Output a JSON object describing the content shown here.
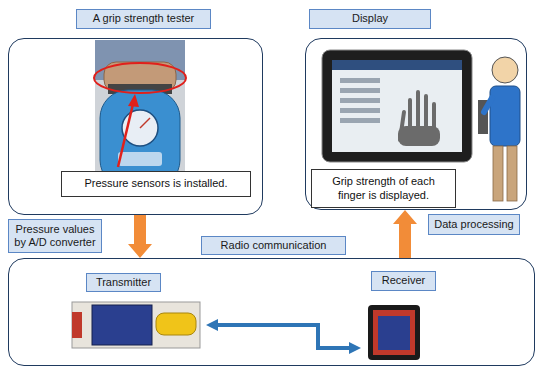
{
  "diagram": {
    "nodes": [
      {
        "text": [
          "A grip strength tester"
        ]
      },
      {
        "text": [
          "Pressure sensors is installed."
        ],
        "in": 0
      },
      {
        "text": [
          "Display"
        ]
      },
      {
        "text": [
          "Grip strength of each finger is displayed."
        ],
        "in": 2
      },
      {
        "text": [
          "Radio communication"
        ]
      },
      {
        "text": [
          "Transmitter"
        ],
        "in": 4
      },
      {
        "text": [
          "Receiver"
        ],
        "in": 4
      }
    ],
    "edges": [
      {
        "from": 0,
        "to": 4,
        "arrow": "to",
        "label": "Pressure values by A/D converter"
      },
      {
        "from": 4,
        "to": 2,
        "arrow": "to",
        "label": "Data processing"
      },
      {
        "from": 5,
        "to": 6,
        "arrow": "both"
      }
    ]
  }
}
